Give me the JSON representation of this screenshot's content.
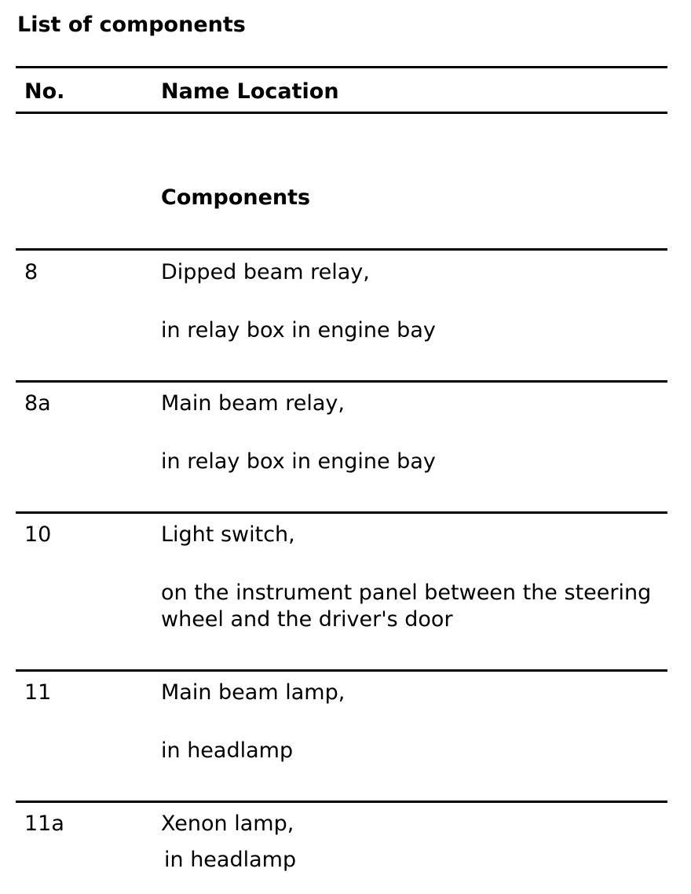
{
  "document": {
    "title": "List of components",
    "columns": {
      "no": "No.",
      "name_location": "Name Location"
    },
    "section_label": "Components",
    "rows": [
      {
        "no": "8",
        "name": "Dipped beam relay,",
        "location": "in relay box in engine bay"
      },
      {
        "no": "8a",
        "name": "Main beam relay,",
        "location": "in relay box in engine bay"
      },
      {
        "no": "10",
        "name": "Light switch,",
        "location": "on the instrument panel between the steering wheel and the driver's door"
      },
      {
        "no": "11",
        "name": "Main beam lamp,",
        "location": "in headlamp"
      },
      {
        "no": "11a",
        "name": "Xenon lamp,",
        "location": "in headlamp"
      }
    ]
  }
}
